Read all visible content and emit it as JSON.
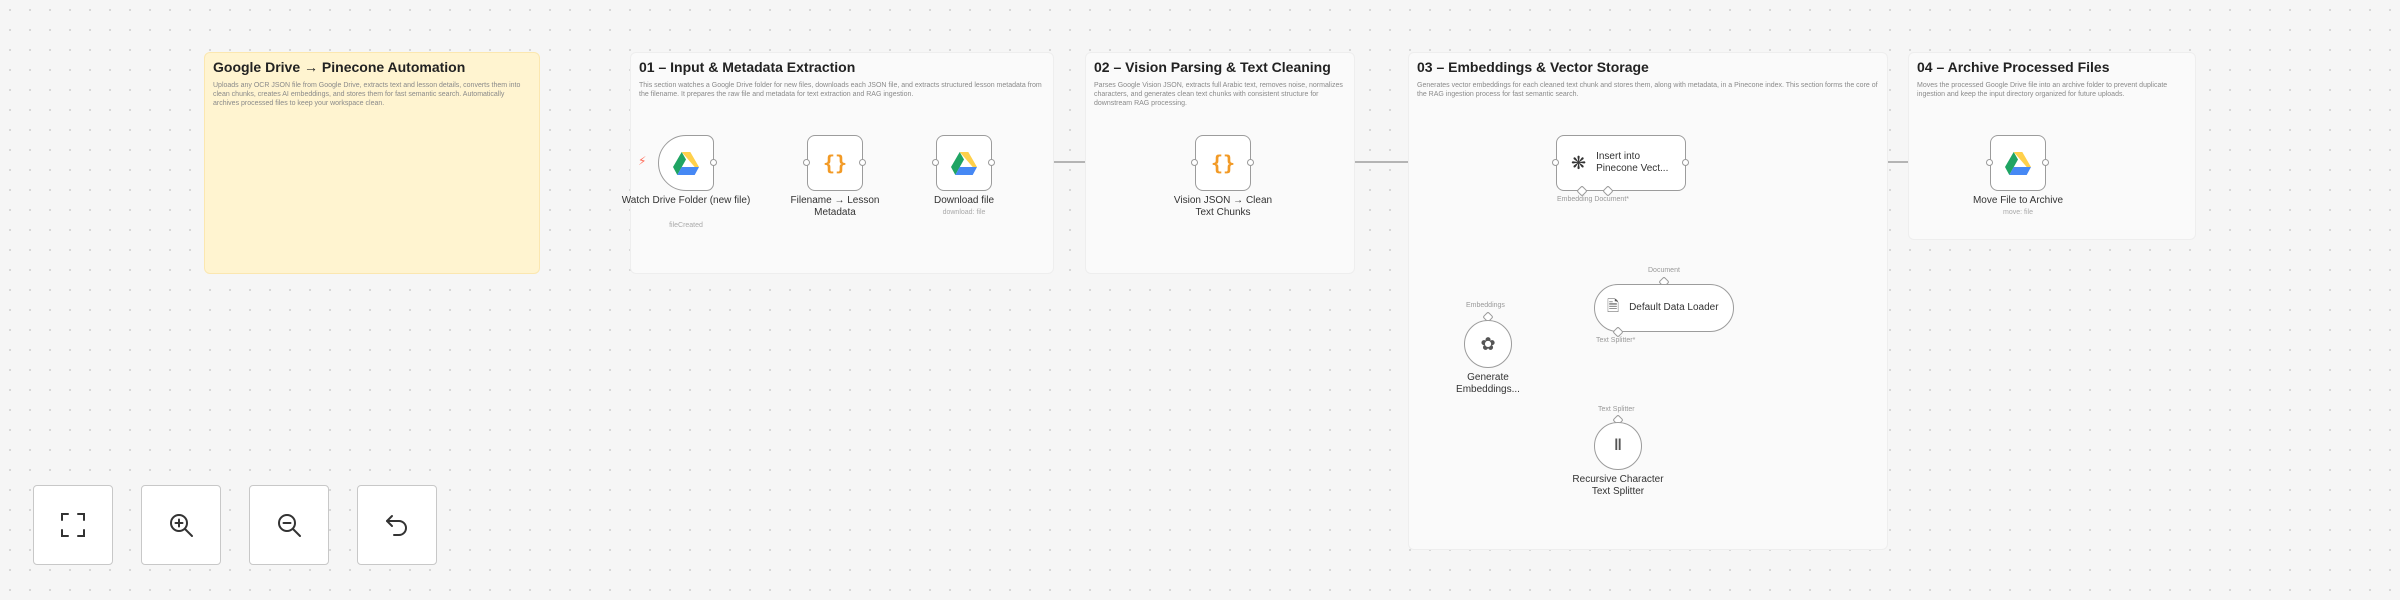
{
  "sections": [
    {
      "title": "Google Drive → Pinecone Automation",
      "body": "Uploads any OCR JSON file from Google Drive, extracts text and lesson details, converts them into clean chunks, creates AI embeddings, and stores them for fast semantic search. Automatically archives processed files to keep your workspace clean."
    },
    {
      "title": "01 – Input & Metadata Extraction",
      "body": "This section watches a Google Drive folder for new files, downloads each JSON file, and extracts structured lesson metadata from the filename. It prepares the raw file and metadata for text extraction and RAG ingestion."
    },
    {
      "title": "02 – Vision Parsing & Text Cleaning",
      "body": "Parses Google Vision JSON, extracts full Arabic text, removes noise, normalizes characters, and generates clean text chunks with consistent structure for downstream RAG processing."
    },
    {
      "title": "03 – Embeddings & Vector Storage",
      "body": "Generates vector embeddings for each cleaned text chunk and stores them, along with metadata, in a Pinecone index. This section forms the core of the RAG ingestion process for fast semantic search."
    },
    {
      "title": "04 – Archive Processed Files",
      "body": "Moves the processed Google Drive file into an archive folder to prevent duplicate ingestion and keep the input directory organized for future uploads."
    }
  ],
  "nodes": {
    "watch": {
      "label": "Watch Drive Folder (new file)",
      "sub": "fileCreated"
    },
    "filename": {
      "label": "Filename → Lesson Metadata"
    },
    "download": {
      "label": "Download file",
      "sub": "download: file"
    },
    "vision": {
      "label": "Vision JSON → Clean Text Chunks"
    },
    "pinecone": {
      "label": "Insert into Pinecone Vect..."
    },
    "embeddings": {
      "label": "Generate Embeddings..."
    },
    "loader": {
      "label": "Default Data Loader"
    },
    "splitter": {
      "label": "Recursive Character Text Splitter"
    },
    "archive": {
      "label": "Move File to Archive",
      "sub": "move: file"
    }
  },
  "ports": {
    "pinecone_sub_ports": "Embedding Document*",
    "embeddings": "Embeddings",
    "document": "Document",
    "text_splitter_out": "Text Splitter*",
    "text_splitter_in": "Text Splitter"
  },
  "icons": {
    "drive": "google-drive-icon",
    "code": "code-braces-icon",
    "pinecone": "pinecone-icon",
    "openai": "openai-icon",
    "document": "document-icon",
    "splitter": "text-splitter-icon",
    "fit": "fit-view-icon",
    "zoom_in": "zoom-in-icon",
    "zoom_out": "zoom-out-icon",
    "reset": "reset-zoom-icon"
  },
  "colors": {
    "trigger_bolt": "#ff6d5a",
    "code_icon": "#f29a26",
    "drive_green": "#1fa463",
    "drive_yellow": "#ffd04b",
    "drive_blue": "#4688f4",
    "sticky_yellow": "#fff4d0"
  }
}
